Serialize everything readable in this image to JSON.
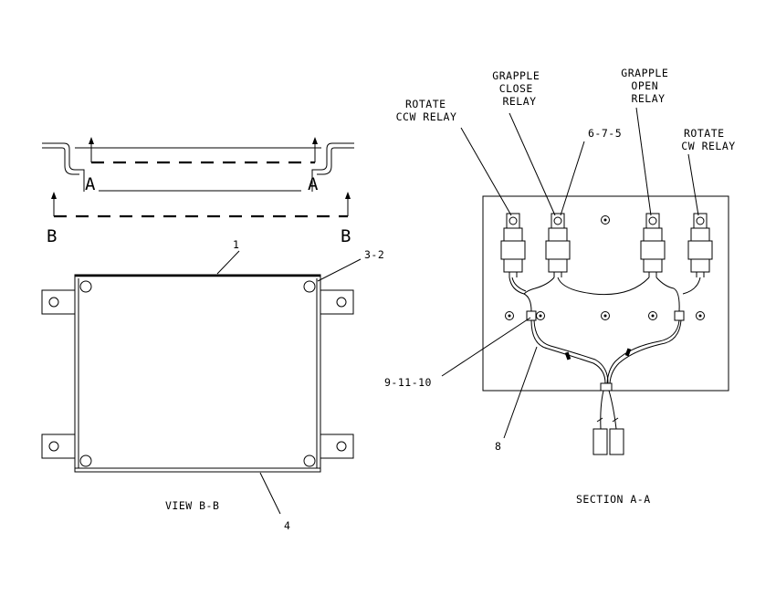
{
  "section_marker": {
    "a": "A",
    "b": "B"
  },
  "view_bb": {
    "title": "VIEW B-B",
    "callouts": {
      "top": "1",
      "corner": "3-2",
      "bottom": "4"
    }
  },
  "section_aa": {
    "title": "SECTION A-A",
    "relays": {
      "rotate_ccw": [
        "ROTATE",
        "CCW RELAY"
      ],
      "grapple_close": [
        "GRAPPLE",
        "CLOSE",
        "RELAY"
      ],
      "grapple_open": [
        "GRAPPLE",
        "OPEN",
        "RELAY"
      ],
      "rotate_cw": [
        "ROTATE",
        "CW RELAY"
      ]
    },
    "callouts": {
      "relay_mount": "6-7-5",
      "clamp": "9-11-10",
      "harness": "8"
    }
  }
}
